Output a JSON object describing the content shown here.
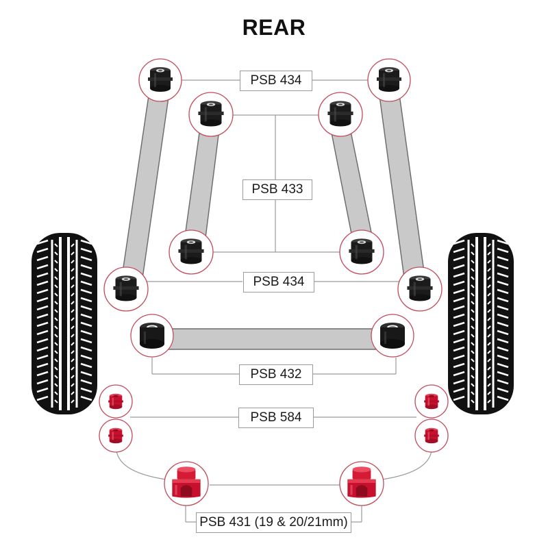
{
  "title": "REAR",
  "labels": {
    "psb434_top": "PSB 434",
    "psb433": "PSB 433",
    "psb434_bottom": "PSB 434",
    "psb432": "PSB 432",
    "psb584": "PSB 584",
    "psb431": "PSB 431 (19 & 20/21mm)"
  },
  "colors": {
    "bushing_black": "#1b1b1b",
    "bushing_red": "#c8102e",
    "circle_border": "#c24a5a",
    "arm_fill": "#c9c9c9",
    "arm_stroke": "#6e6e6e",
    "connector_line": "#9a9a9a",
    "tyre": "#111111"
  },
  "icons": {
    "bushing_black": "black-polyurethane-bushing-icon",
    "bushing_red": "red-polyurethane-bushing-icon",
    "tyre": "tyre-tread-icon"
  }
}
